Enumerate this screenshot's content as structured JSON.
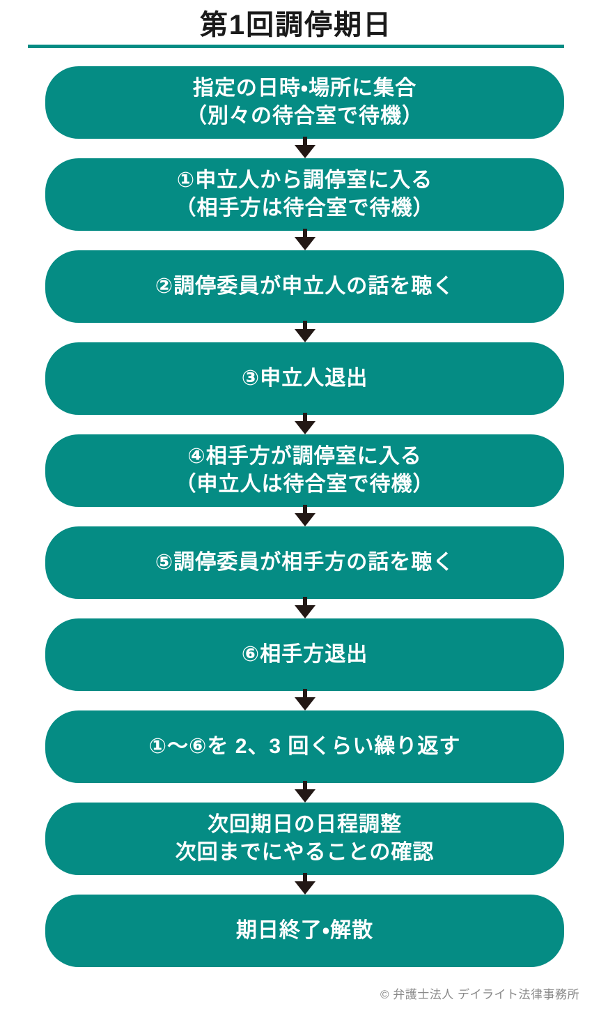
{
  "page": {
    "title": "第1回調停期日",
    "footer": "© 弁護士法人 デイライト法律事務所"
  },
  "colors": {
    "teal": "#058C84",
    "arrow": "#231815",
    "title_text": "#1A1A1A",
    "box_text": "#FFFFFF",
    "footer_text": "#898989"
  },
  "flow": {
    "steps": [
      {
        "lines": [
          "指定の日時・場所に集合",
          "（別々の待合室で待機）"
        ]
      },
      {
        "lines": [
          "①申立人から調停室に入る",
          "（相手方は待合室で待機）"
        ]
      },
      {
        "lines": [
          "②調停委員が申立人の話を聴く"
        ]
      },
      {
        "lines": [
          "③申立人退出"
        ]
      },
      {
        "lines": [
          "④相手方が調停室に入る",
          "（申立人は待合室で待機）"
        ]
      },
      {
        "lines": [
          "⑤調停委員が相手方の話を聴く"
        ]
      },
      {
        "lines": [
          "⑥相手方退出"
        ]
      },
      {
        "lines": [
          "①～⑥を 2、3 回くらい繰り返す"
        ]
      },
      {
        "lines": [
          "次回期日の日程調整",
          "次回までにやることの確認"
        ]
      },
      {
        "lines": [
          "期日終了・解散"
        ]
      }
    ]
  }
}
